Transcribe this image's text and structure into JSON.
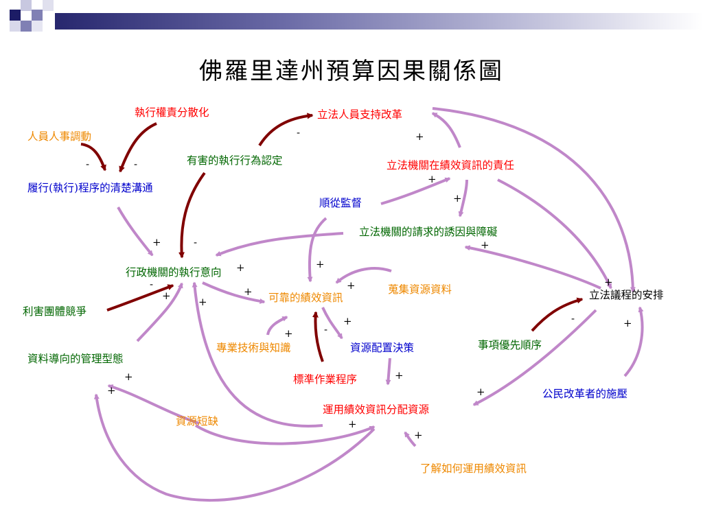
{
  "title": "佛羅里達州預算因果關係圖",
  "colors": {
    "arrow_light": "#c087c9",
    "arrow_dark": "#800000",
    "red": "#ff0000",
    "orange": "#ee8800",
    "blue": "#0000cc",
    "green": "#006600"
  },
  "nodes": {
    "exec_decentralize": "執行權責分散化",
    "personnel": "人員人事調動",
    "clear_comm": "履行(執行)程序的清楚溝通",
    "harmful_exec": "有害的執行行為認定",
    "leg_support": "立法人員支持改革",
    "leg_responsibility": "立法機關在績效資訊的責任",
    "compliance": "順從監督",
    "leg_incentive": "立法機關的請求的誘因與障礙",
    "agency_intent": "行政機關的執行意向",
    "reliable_info": "可靠的績效資訊",
    "collect_data": "蒐集資源資料",
    "agenda": "立法議程的安排",
    "interest_comp": "利害團體競爭",
    "professional": "專業技術與知識",
    "allocation": "資源配置決策",
    "priority": "事項優先順序",
    "data_mgmt": "資料導向的管理型態",
    "sop": "標準作業程序",
    "use_perf": "運用績效資訊分配資源",
    "citizen": "公民改革者的施壓",
    "shortage": "資源短缺",
    "understand": "了解如何運用績效資訊"
  },
  "signs": {
    "plus": "+",
    "minus": "-"
  }
}
